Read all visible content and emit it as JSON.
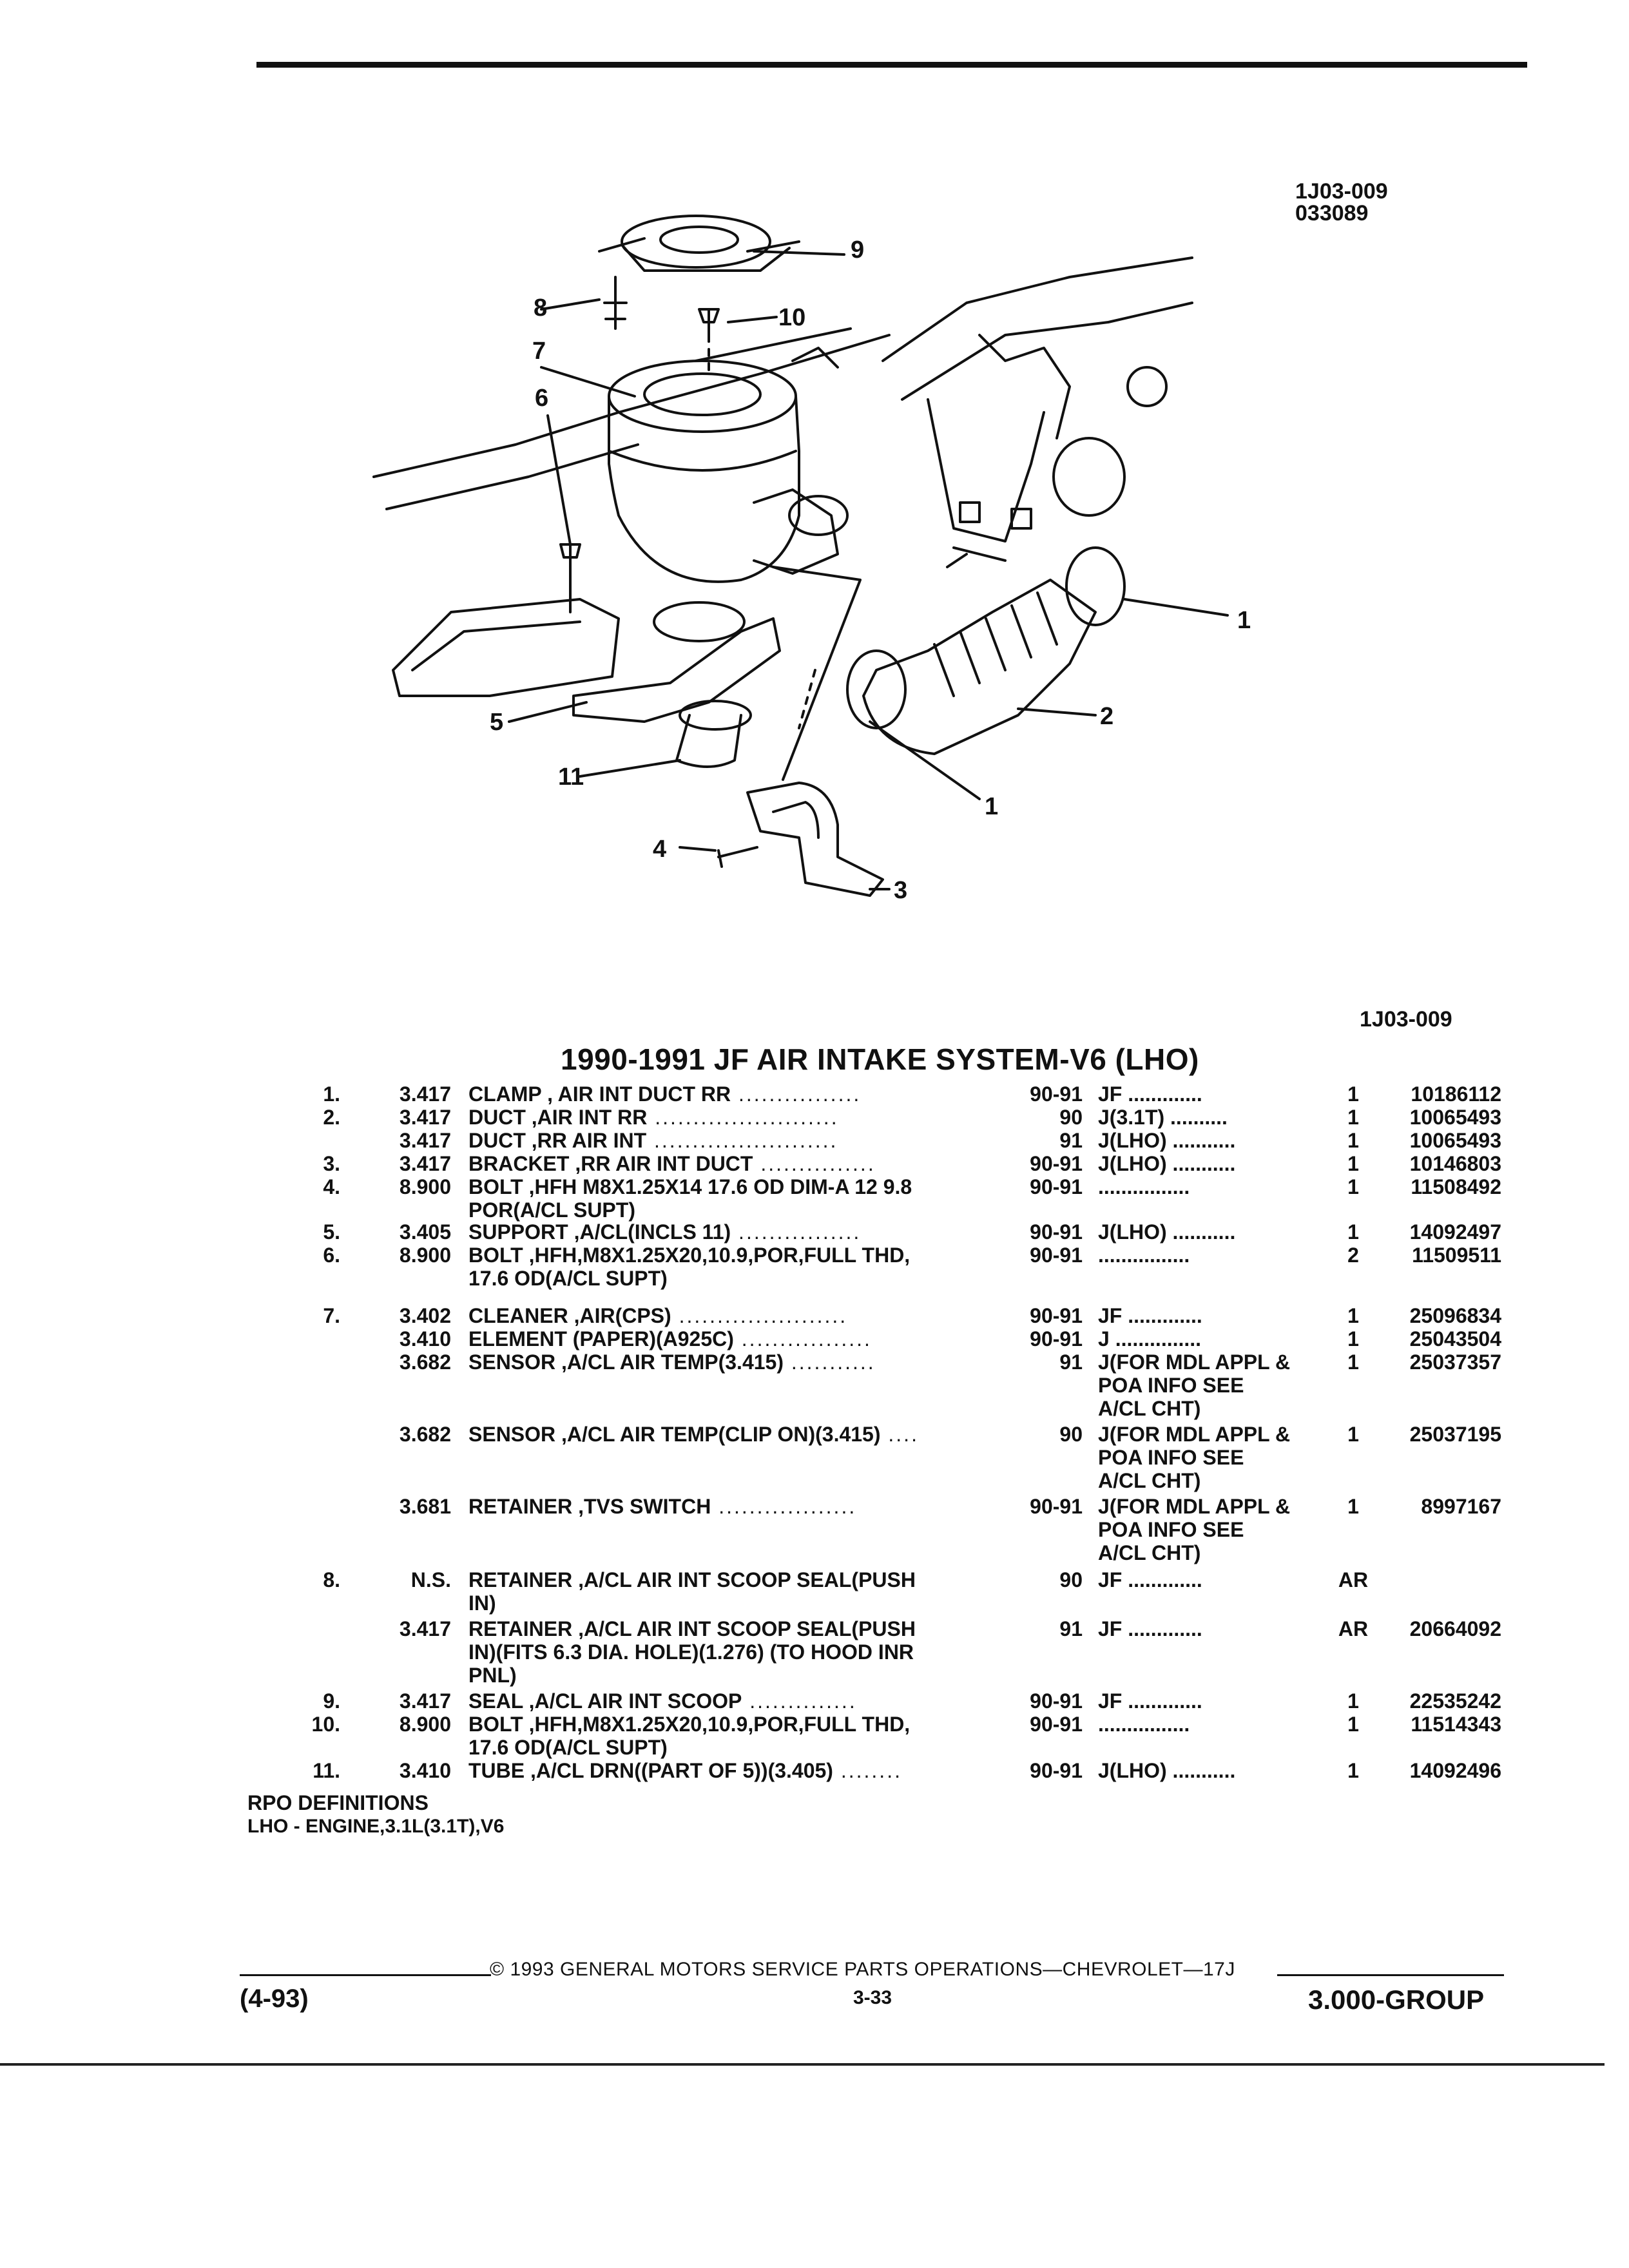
{
  "header": {
    "ref_top_line1": "1J03-009",
    "ref_top_line2": "033089",
    "ref_mid": "1J03-009"
  },
  "diagram": {
    "callouts": [
      "1",
      "2",
      "3",
      "4",
      "5",
      "6",
      "7",
      "8",
      "9",
      "10",
      "11",
      "1"
    ]
  },
  "title": "1990-1991 JF AIR INTAKE SYSTEM-V6 (LHO)",
  "rows": [
    {
      "num": "1.",
      "group": "3.417",
      "name": "CLAMP",
      "desc": " , AIR INT DUCT RR",
      "dots": " ................",
      "years": "90-91",
      "app": "JF .............",
      "qty": "1",
      "part": "10186112"
    },
    {
      "num": "2.",
      "group": "3.417",
      "name": "DUCT",
      "desc": " ,AIR INT RR",
      "dots": " ........................",
      "years": "90",
      "app": "J(3.1T) ..........",
      "qty": "1",
      "part": "10065493"
    },
    {
      "num": "",
      "group": "3.417",
      "name": "DUCT",
      "desc": " ,RR AIR INT",
      "dots": " ........................",
      "years": "91",
      "app": "J(LHO) ...........",
      "qty": "1",
      "part": "10065493"
    },
    {
      "num": "3.",
      "group": "3.417",
      "name": "BRACKET",
      "desc": " ,RR AIR INT DUCT",
      "dots": " ...............",
      "years": "90-91",
      "app": "J(LHO) ...........",
      "qty": "1",
      "part": "10146803"
    },
    {
      "num": "4.",
      "group": "8.900",
      "name": "BOLT",
      "desc": " ,HFH M8X1.25X14 17.6 OD DIM-A 12 9.8\nPOR(A/CL SUPT)",
      "dots": "",
      "years": "90-91",
      "app": "  ................",
      "qty": "1",
      "part": "11508492"
    },
    {
      "num": "5.",
      "group": "3.405",
      "name": "SUPPORT",
      "desc": " ,A/CL(INCLS 11)",
      "dots": " ................",
      "years": "90-91",
      "app": "J(LHO) ...........",
      "qty": "1",
      "part": "14092497"
    },
    {
      "num": "6.",
      "group": "8.900",
      "name": "BOLT",
      "desc": " ,HFH,M8X1.25X20,10.9,POR,FULL THD,\n17.6 OD(A/CL SUPT)",
      "dots": "",
      "years": "90-91",
      "app": "  ................",
      "qty": "2",
      "part": "11509511"
    },
    {
      "num": "7.",
      "group": "3.402",
      "name": "CLEANER",
      "desc": " ,AIR(CPS)",
      "dots": " ......................",
      "years": "90-91",
      "app": "JF .............",
      "qty": "1",
      "part": "25096834"
    },
    {
      "num": "",
      "group": "3.410",
      "name": "ELEMENT",
      "desc": " (PAPER)(A925C)",
      "dots": " .................",
      "years": "90-91",
      "app": "J ...............",
      "qty": "1",
      "part": "25043504"
    },
    {
      "num": "",
      "group": "3.682",
      "name": "SENSOR",
      "desc": " ,A/CL AIR TEMP(3.415)",
      "dots": " ...........",
      "years": "91",
      "app": "J(FOR MDL APPL &\nPOA INFO SEE\nA/CL CHT)",
      "qty": "1",
      "part": "25037357"
    },
    {
      "num": "",
      "group": "3.682",
      "name": "SENSOR",
      "desc": " ,A/CL AIR TEMP(CLIP ON)(3.415)",
      "dots": " ....",
      "years": "90",
      "app": "J(FOR MDL APPL &\nPOA INFO SEE\nA/CL CHT)",
      "qty": "1",
      "part": "25037195"
    },
    {
      "num": "",
      "group": "3.681",
      "name": "RETAINER",
      "desc": " ,TVS SWITCH",
      "dots": " ..................",
      "years": "90-91",
      "app": "J(FOR MDL APPL &\nPOA INFO SEE\nA/CL CHT)",
      "qty": "1",
      "part": "8997167"
    },
    {
      "num": "8.",
      "group": "N.S.",
      "name": "RETAINER",
      "desc": " ,A/CL AIR INT SCOOP SEAL(PUSH\nIN)",
      "dots": "",
      "years": "90",
      "app": "JF .............",
      "qty": "AR",
      "part": ""
    },
    {
      "num": "",
      "group": "3.417",
      "name": "RETAINER",
      "desc": " ,A/CL AIR INT SCOOP SEAL(PUSH\nIN)(FITS 6.3 DIA. HOLE)(1.276) (TO HOOD INR\nPNL)",
      "dots": "",
      "years": "91",
      "app": "JF .............",
      "qty": "AR",
      "part": "20664092"
    },
    {
      "num": "9.",
      "group": "3.417",
      "name": "SEAL",
      "desc": " ,A/CL AIR INT SCOOP",
      "dots": " ..............",
      "years": "90-91",
      "app": "JF .............",
      "qty": "1",
      "part": "22535242"
    },
    {
      "num": "10.",
      "group": "8.900",
      "name": "BOLT",
      "desc": " ,HFH,M8X1.25X20,10.9,POR,FULL THD,\n17.6 OD(A/CL SUPT)",
      "dots": "",
      "years": "90-91",
      "app": "  ................",
      "qty": "1",
      "part": "11514343"
    },
    {
      "num": "11.",
      "group": "3.410",
      "name": "TUBE",
      "desc": " ,A/CL DRN((PART OF 5))(3.405)",
      "dots": " ........",
      "years": "90-91",
      "app": "J(LHO) ...........",
      "qty": "1",
      "part": "14092496"
    }
  ],
  "rpo": {
    "heading": "RPO DEFINITIONS",
    "text": "LHO - ENGINE,3.1L(3.1T),V6"
  },
  "footer": {
    "copyright": "© 1993 GENERAL MOTORS SERVICE PARTS OPERATIONS—CHEVROLET—17J",
    "date": "(4-93)",
    "page": "3-33",
    "group": "3.000-GROUP"
  }
}
